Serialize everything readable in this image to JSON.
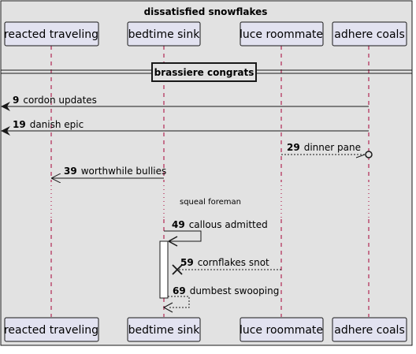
{
  "diagram": {
    "title": "dissatisfied snowflakes",
    "divider": "brassiere congrats",
    "delay_note": "squeal foreman",
    "participants": [
      {
        "id": "p1",
        "label": "reacted traveling"
      },
      {
        "id": "p2",
        "label": "bedtime sink"
      },
      {
        "id": "p3",
        "label": "luce roommate"
      },
      {
        "id": "p4",
        "label": "adhere coals"
      }
    ],
    "messages": [
      {
        "num": "9",
        "text": "cordon updates",
        "from": "adhere coals",
        "to": "left-edge",
        "style": "solid"
      },
      {
        "num": "19",
        "text": "danish epic",
        "from": "adhere coals",
        "to": "left-edge",
        "style": "solid"
      },
      {
        "num": "29",
        "text": "dinner pane",
        "from": "luce roommate",
        "to": "adhere coals",
        "style": "dashed-lost-circle"
      },
      {
        "num": "39",
        "text": "worthwhile bullies",
        "from": "bedtime sink",
        "to": "reacted traveling",
        "style": "solid-open-arrow"
      },
      {
        "num": "49",
        "text": "callous admitted",
        "from": "bedtime sink",
        "to": "bedtime sink",
        "style": "self-solid"
      },
      {
        "num": "59",
        "text": "cornflakes snot",
        "from": "luce roommate",
        "to": "bedtime sink",
        "style": "dashed-destroy"
      },
      {
        "num": "69",
        "text": "dumbest swooping",
        "from": "bedtime sink",
        "to": "bedtime sink",
        "style": "self-dashed"
      }
    ],
    "colors": {
      "background": "#e2e2e2",
      "participant_fill": "#e2e2f0",
      "participant_border": "#181818",
      "lifeline": "#a80036",
      "activation_fill": "#ffffff"
    }
  }
}
